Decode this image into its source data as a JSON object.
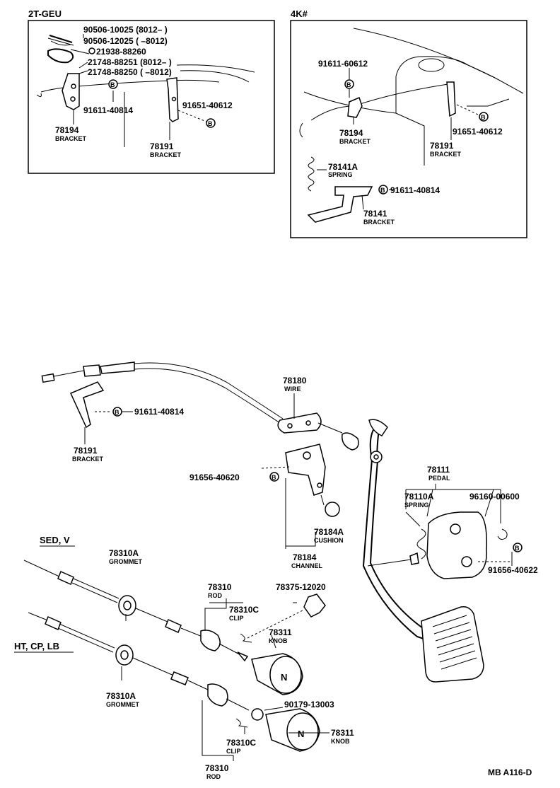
{
  "box_2t": {
    "title": "2T-GEU",
    "labels": {
      "l1": "90506-10025 (8012–       )",
      "l2": "90506-12025 (          –8012)",
      "l3": "21938-88260",
      "l4": "21748-88251 (8012–       )",
      "l5": "21748-88250 (          –8012)",
      "l6": "91611-40814",
      "l7": "91651-40612",
      "p1": "78194",
      "n1": "BRACKET",
      "p2": "78191",
      "n2": "BRACKET"
    }
  },
  "box_4k": {
    "title": "4K#",
    "labels": {
      "l1": "91611-60612",
      "l2": "91651-40612",
      "l3": "91611-40814",
      "p1": "78194",
      "n1": "BRACKET",
      "p2": "78191",
      "n2": "BRACKET",
      "p3": "78141A",
      "n3": "SPRING",
      "p4": "78141",
      "n4": "BRACKET"
    }
  },
  "main": {
    "wire_pn": "78180",
    "wire_nm": "WIRE",
    "bolt1": "91611-40814",
    "bracket_pn": "78191",
    "bracket_nm": "BRACKET",
    "bolt2": "91656-40620",
    "cushion_pn": "78184A",
    "cushion_nm": "CUSHION",
    "channel_pn": "78184",
    "channel_nm": "CHANNEL",
    "pedal_pn": "78111",
    "pedal_nm": "PEDAL",
    "spring_pn": "78110A",
    "spring_nm": "SPRING",
    "clip_right": "96160-00600",
    "bolt3": "91656-40622",
    "sed_label": "SED, V",
    "ht_label": "HT, CP, LB",
    "grom1_pn": "78310A",
    "grom1_nm": "GROMMET",
    "rod1_pn": "78310",
    "rod1_nm": "ROD",
    "clip1_pn": "78310C",
    "clip1_nm": "CLIP",
    "spring_clip": "78375-12020",
    "knob1_pn": "78311",
    "knob1_nm": "KNOB",
    "grom2_pn": "78310A",
    "grom2_nm": "GROMMET",
    "nut": "90179-13003",
    "clip2_pn": "78310C",
    "clip2_nm": "CLIP",
    "knob2_pn": "78311",
    "knob2_nm": "KNOB",
    "rod2_pn": "78310",
    "rod2_nm": "ROD",
    "knob_glyph": "N",
    "bolt_glyph": "B",
    "ref_code": "MB A116-D"
  }
}
